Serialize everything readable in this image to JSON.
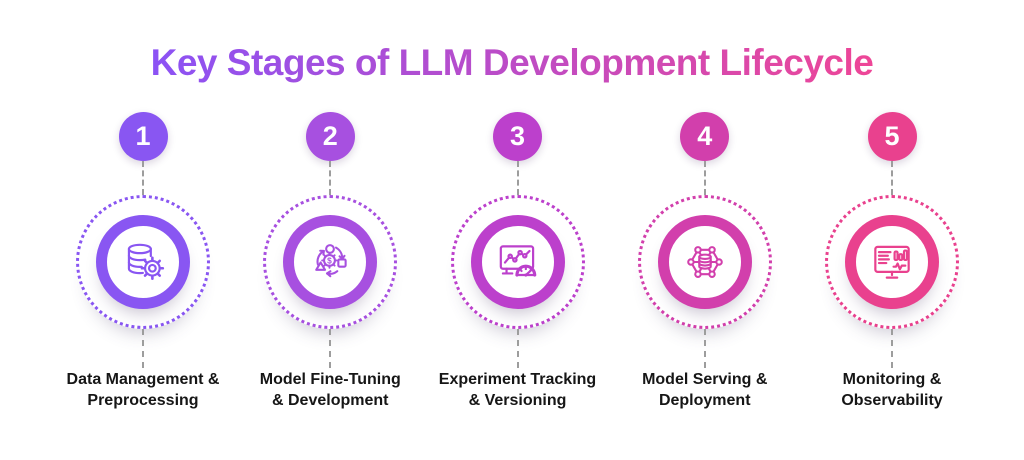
{
  "title": "Key Stages of LLM Development Lifecycle",
  "title_gradient": {
    "from": "#8B52F5",
    "to": "#EE4697"
  },
  "connector_color": "#9D9D9D",
  "label_color": "#161616",
  "background": "#FFFFFF",
  "stages": [
    {
      "number": "1",
      "label_line1": "Data Management &",
      "label_line2": "Preprocessing",
      "accent": "#8956F2",
      "icon": "database-gear-icon"
    },
    {
      "number": "2",
      "label_line1": "Model Fine-Tuning",
      "label_line2": "& Development",
      "accent": "#A750E0",
      "icon": "finetuning-cycle-icon"
    },
    {
      "number": "3",
      "label_line1": "Experiment Tracking",
      "label_line2": "& Versioning",
      "accent": "#BC40CC",
      "icon": "experiment-monitor-gauge-icon"
    },
    {
      "number": "4",
      "label_line1": "Model Serving &",
      "label_line2": "Deployment",
      "accent": "#D23FAC",
      "icon": "network-database-icon"
    },
    {
      "number": "5",
      "label_line1": "Monitoring &",
      "label_line2": "Observability",
      "accent": "#E9418E",
      "icon": "dashboard-monitor-icon"
    }
  ]
}
